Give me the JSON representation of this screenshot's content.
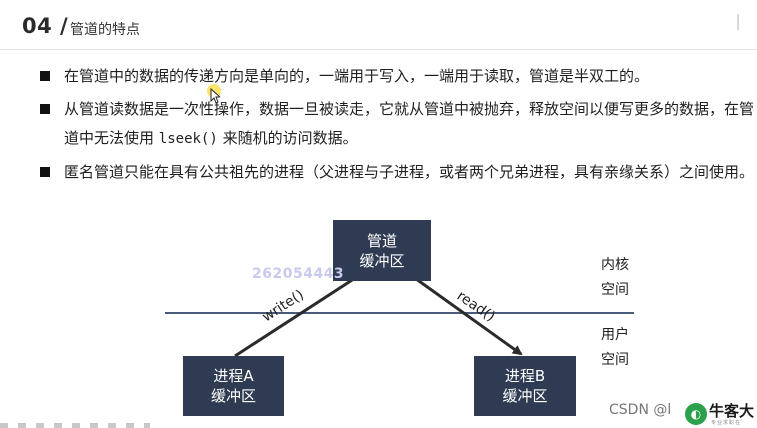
{
  "header": {
    "slide_number": "04 /",
    "title": "管道的特点"
  },
  "bullets": [
    {
      "text": "在管道中的数据的传递方向是单向的，一端用于写入，一端用于读取，管道是半双工的。"
    },
    {
      "text_before": "从管道读数据是一次性操作，数据一旦被读走，它就从管道中被抛弃，释放空间以便写更多的数据，在管道中无法使用 ",
      "code": "lseek()",
      "text_after": " 来随机的访问数据。"
    },
    {
      "text": "匿名管道只能在具有公共祖先的进程（父进程与子进程，或者两个兄弟进程，具有亲缘关系）之间使用。"
    }
  ],
  "diagram": {
    "pipe_box": {
      "line1": "管道",
      "line2": "缓冲区"
    },
    "process_a": {
      "line1": "进程A",
      "line2": "缓冲区"
    },
    "process_b": {
      "line1": "进程B",
      "line2": "缓冲区"
    },
    "write_label": "write()",
    "read_label": "read()",
    "kernel_label": {
      "line1": "内核",
      "line2": "空间"
    },
    "user_label": {
      "line1": "用户",
      "line2": "空间"
    }
  },
  "watermark": "262054443",
  "footer": {
    "csdn": "CSDN @l",
    "logo_text": "牛客大",
    "logo_sub": "专业求职在"
  },
  "colors": {
    "box_fill": "#2f3b52",
    "line": "#4a5a78",
    "arrow": "#2b2b2b"
  }
}
